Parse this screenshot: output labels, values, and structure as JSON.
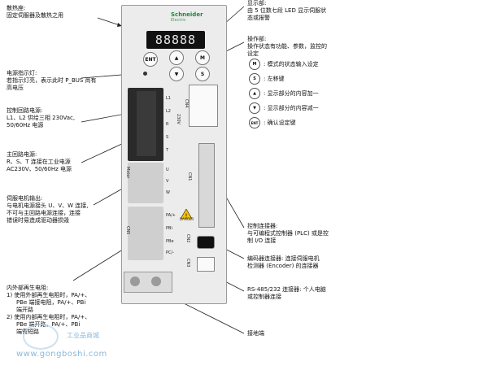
{
  "drive": {
    "brand": "Schneider",
    "brand_sub": "Electric",
    "display_text": "88888",
    "keys": {
      "ent": "ENT",
      "m": "M",
      "s": "S"
    },
    "terminals": {
      "power": [
        "L1",
        "L2",
        "R",
        "S",
        "T"
      ],
      "voltage": "230V",
      "motor_group": "Motor",
      "motor": [
        "U",
        "V",
        "W"
      ],
      "regen_group": "CN5",
      "regen": [
        "PA/+",
        "PBi",
        "PBe",
        "PC/-"
      ],
      "danger": "DANGER"
    },
    "ports": {
      "cn4": "CN4",
      "cn1": "CN1",
      "cn2": "CN2",
      "cn3": "CN3"
    }
  },
  "annotations": {
    "heatsink_title": "散热座:",
    "heatsink_desc": "固定伺服器及散热之用",
    "display_title": "显示部:",
    "display_desc1": "由 5 位数七段 LED 显示伺服状",
    "display_desc2": "态或报警",
    "operate_title": "操作部:",
    "operate_desc1": "操作状态有功能、参数，监控的",
    "operate_desc2": "设定",
    "led_title": "电源指示灯:",
    "led_desc1": "若指示灯亮，表示此时 P_BUS 尚有",
    "led_desc2": "高电压",
    "ctrl_title": "控制回路电源:",
    "ctrl_desc1": "L1、L2 供给三相 230Vac,",
    "ctrl_desc2": "50/60Hz 电源",
    "main_title": "主回路电源:",
    "main_desc1": "R、S、T 连接在工业电源",
    "main_desc2": "AC230V、50/60Hz 电源",
    "motor_title": "伺服电机输出:",
    "motor_desc1": "与电机电源接头 U、V、W 连接,",
    "motor_desc2": "不可与主回路电源连接，连接",
    "motor_desc3": "错误时易造成驱动器损毁",
    "regen_title": "内外部再生电阻:",
    "regen_l1": "1) 使用外部再生电阻时，PA/+、",
    "regen_l2": "PBe 端接电阻，PA/+、PBi",
    "regen_l3": "端开路",
    "regen_l4": "2) 使用内部再生电阻时，PA/+、",
    "regen_l5": "PBe 端开路，PA/+、PBi",
    "regen_l6": "端需短路",
    "cn1_title": "控制连接器:",
    "cn1_desc1": "与可编程式控制器 (PLC) 或是控",
    "cn1_desc2": "制 I/O 连接",
    "cn2_title": "编码器连接器: 连接伺服电机",
    "cn2_desc": "检测器 (Encoder) 的连接器",
    "cn3_title": "RS-485/232 连接器: 个人电脑",
    "cn3_desc": "或控制器连接",
    "ground": "接地端"
  },
  "legend": [
    {
      "icon": "M",
      "text": ": 模式的状态输入设定"
    },
    {
      "icon": "S",
      "text": ": 左移键"
    },
    {
      "icon": "▲",
      "text": ": 显示部分的内容加一"
    },
    {
      "icon": "▼",
      "text": ": 显示部分的内容减一"
    },
    {
      "icon": "ENT",
      "text": ": 确认设定键"
    }
  ],
  "watermark": {
    "site": "www.gongboshi.com",
    "name": "工业品商城"
  }
}
